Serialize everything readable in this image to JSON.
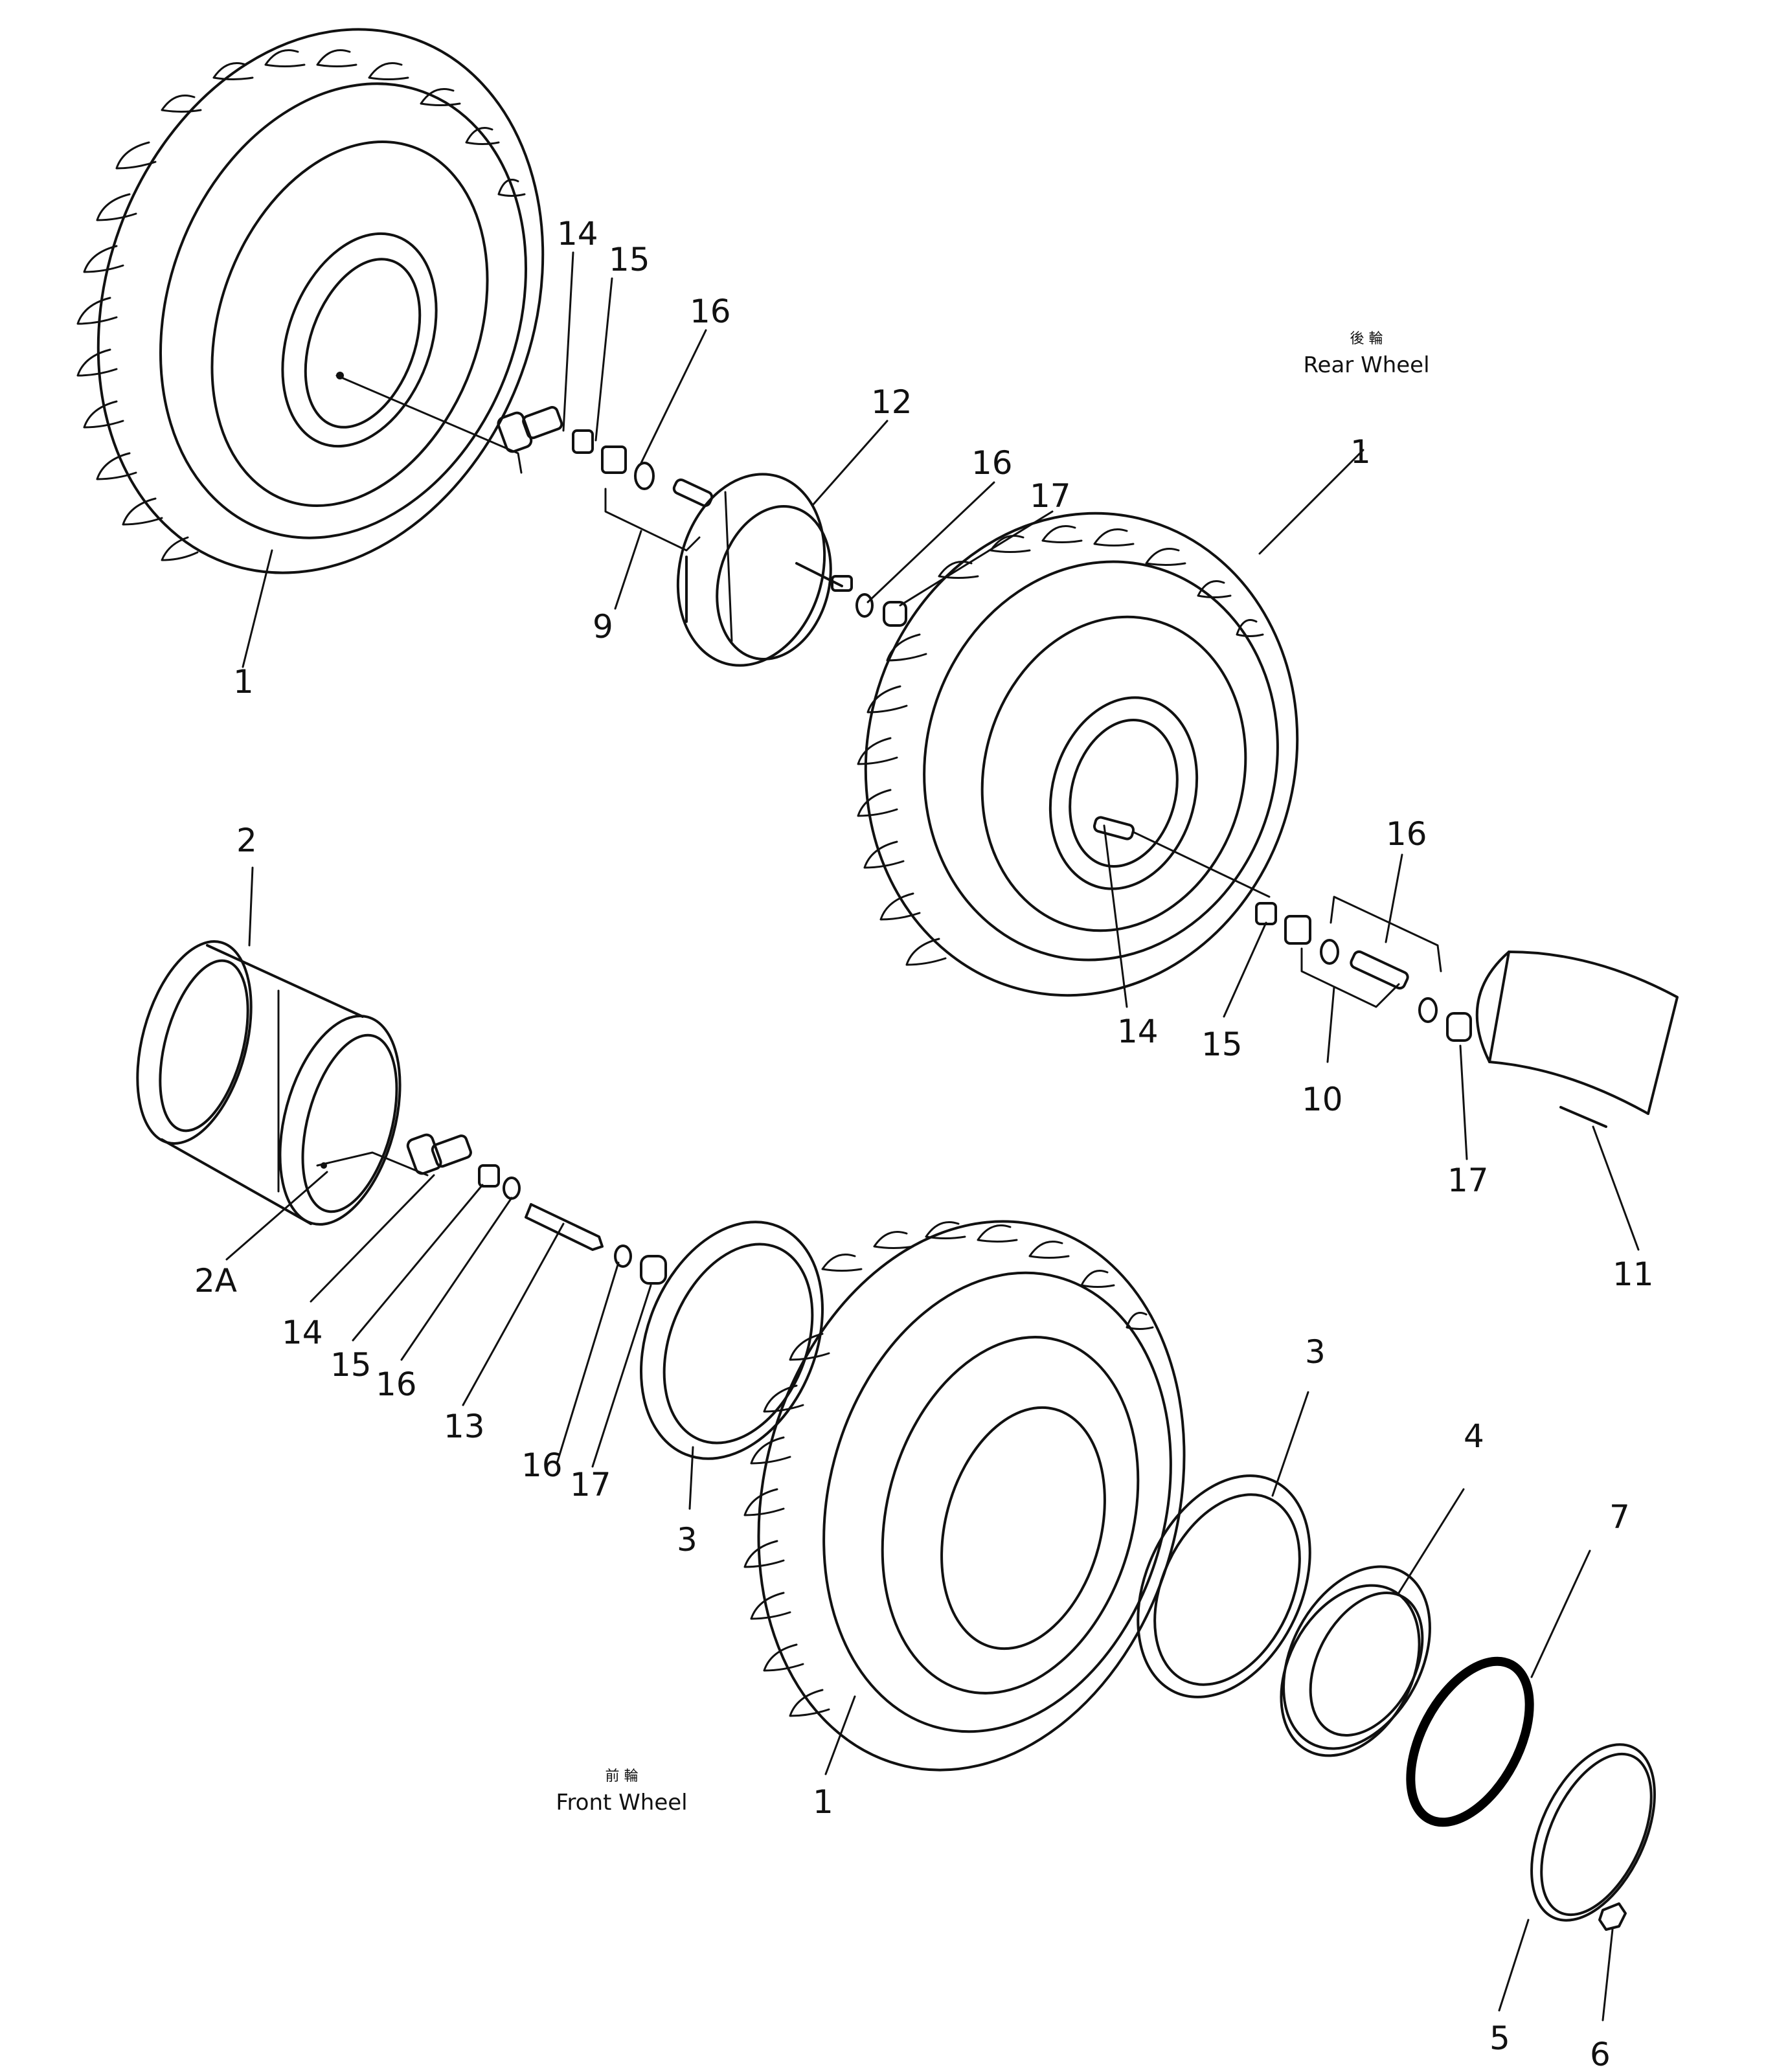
{
  "diagram": {
    "assemblies": {
      "rear": {
        "label": "Rear Wheel",
        "label_jp": "後 輪"
      },
      "front": {
        "label": "Front Wheel",
        "label_jp": "前 輪"
      }
    },
    "callouts": {
      "rear_left": {
        "c1": "1",
        "c14": "14",
        "c15": "15",
        "c16": "16",
        "c9": "9",
        "c12": "12",
        "c16b": "16",
        "c17": "17"
      },
      "rear_right": {
        "c1": "1",
        "c14": "14",
        "c15": "15",
        "c16": "16",
        "c10": "10",
        "c17": "17",
        "c11": "11"
      },
      "front": {
        "c2": "2",
        "c2a": "2A",
        "c14": "14",
        "c15": "15",
        "c16": "16",
        "c13": "13",
        "c16b": "16",
        "c17": "17",
        "c3a": "3",
        "c3b": "3",
        "c4": "4",
        "c7": "7",
        "c1": "1",
        "c5": "5",
        "c6": "6"
      }
    }
  }
}
